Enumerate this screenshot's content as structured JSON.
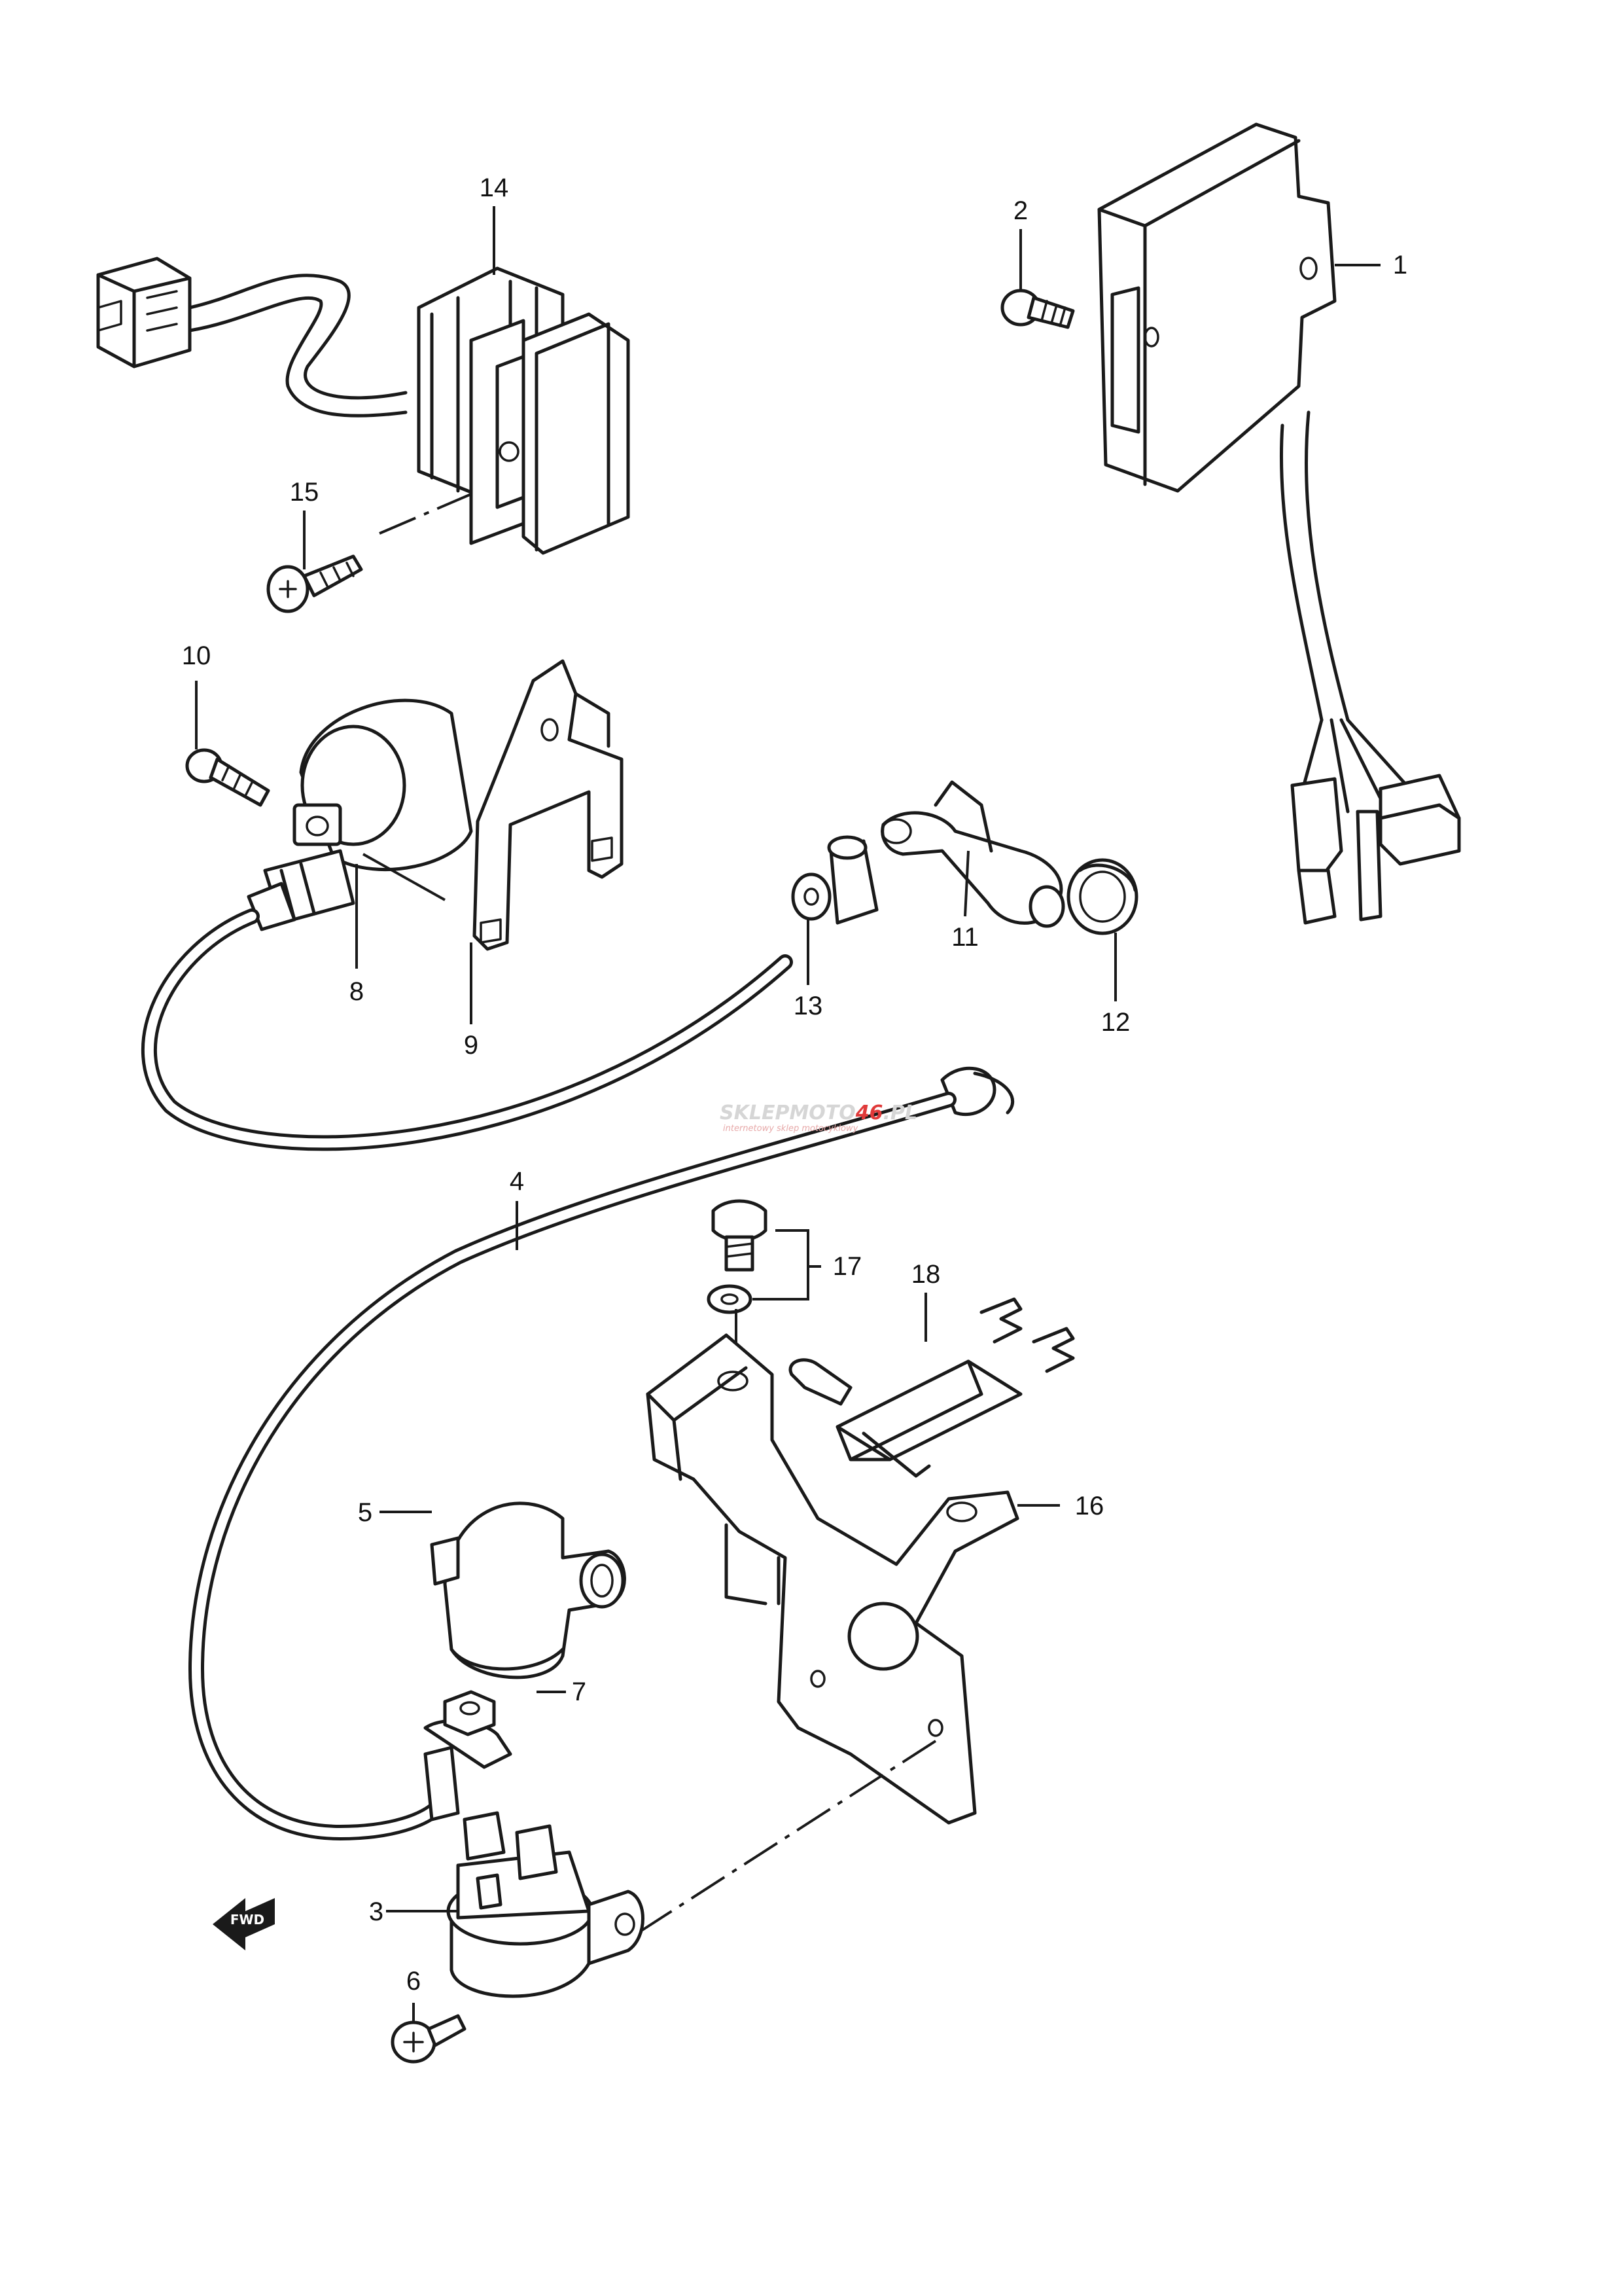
{
  "callouts": [
    "1",
    "2",
    "3",
    "4",
    "5",
    "6",
    "7",
    "8",
    "9",
    "10",
    "11",
    "12",
    "13",
    "14",
    "15",
    "16",
    "17",
    "18"
  ],
  "direction_arrow": {
    "label": "FWD"
  },
  "watermark": {
    "left": "SKLEPMOTO",
    "highlight": "46",
    "right": ".PL",
    "tagline": "internetowy sklep motocyklowy"
  },
  "colors": {
    "line": "#1a1a1a",
    "watermark_gray": "#d6d6d6",
    "watermark_red": "#e03a3a",
    "background": "#ffffff"
  },
  "parts": [
    {
      "ref": "1",
      "icon": "cdi-unit-icon"
    },
    {
      "ref": "2",
      "icon": "screw-icon"
    },
    {
      "ref": "3",
      "icon": "starter-relay-icon"
    },
    {
      "ref": "4",
      "icon": "lead-wire-icon"
    },
    {
      "ref": "5",
      "icon": "relay-cap-icon"
    },
    {
      "ref": "6",
      "icon": "screw-icon"
    },
    {
      "ref": "7",
      "icon": "nut-icon"
    },
    {
      "ref": "8",
      "icon": "ignition-coil-icon"
    },
    {
      "ref": "9",
      "icon": "coil-bracket-icon"
    },
    {
      "ref": "10",
      "icon": "screw-icon"
    },
    {
      "ref": "11",
      "icon": "plug-cap-icon"
    },
    {
      "ref": "12",
      "icon": "plug-cap-cover-icon"
    },
    {
      "ref": "13",
      "icon": "grommet-icon"
    },
    {
      "ref": "14",
      "icon": "rectifier-icon"
    },
    {
      "ref": "15",
      "icon": "screw-icon"
    },
    {
      "ref": "16",
      "icon": "relay-bracket-icon"
    },
    {
      "ref": "17",
      "icon": "bolt-washer-icon"
    },
    {
      "ref": "18",
      "icon": "relay-band-icon"
    }
  ]
}
